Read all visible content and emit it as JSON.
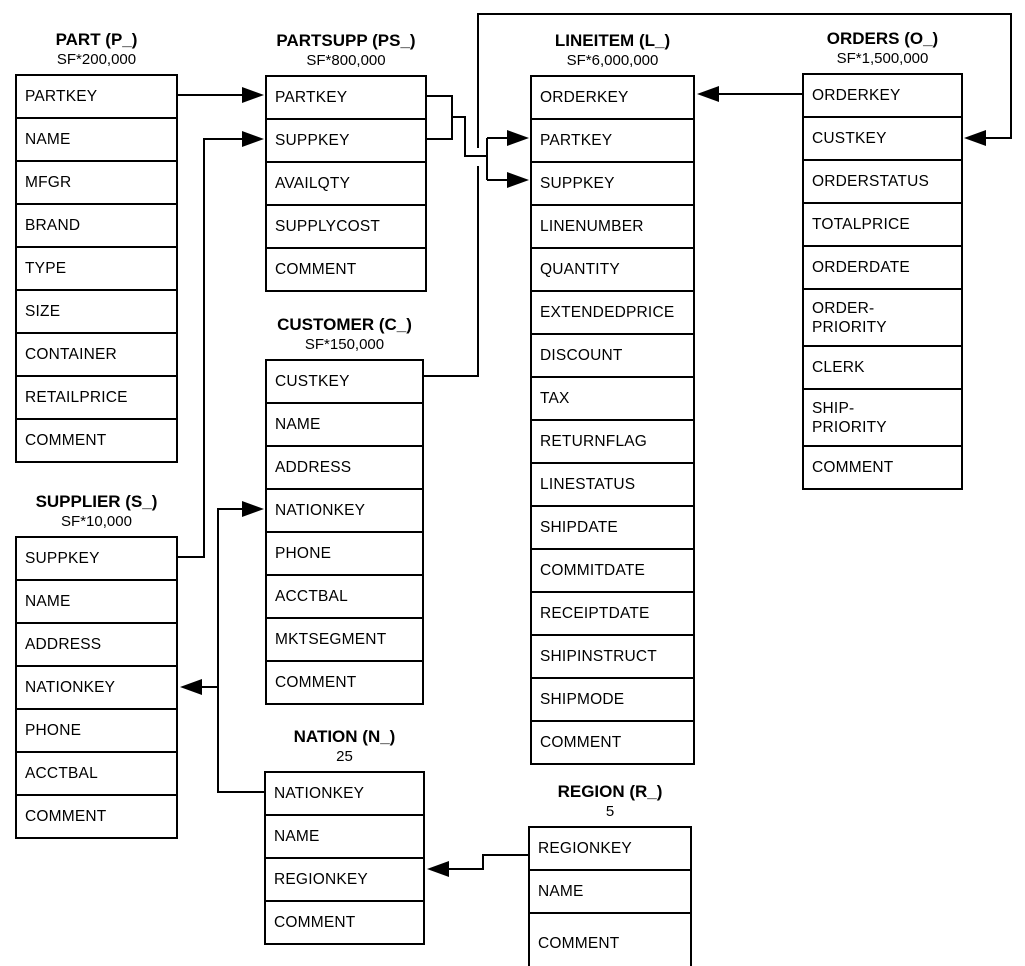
{
  "diagram": {
    "kind": "database-schema",
    "colors": {
      "line": "#000000",
      "background": "#ffffff",
      "text": "#000000"
    }
  },
  "tables": [
    {
      "id": "part",
      "title": "PART (P_)",
      "cardinality": "SF*200,000",
      "columns": [
        "PARTKEY",
        "NAME",
        "MFGR",
        "BRAND",
        "TYPE",
        "SIZE",
        "CONTAINER",
        "RETAILPRICE",
        "COMMENT"
      ]
    },
    {
      "id": "partsupp",
      "title": "PARTSUPP (PS_)",
      "cardinality": "SF*800,000",
      "columns": [
        "PARTKEY",
        "SUPPKEY",
        "AVAILQTY",
        "SUPPLYCOST",
        "COMMENT"
      ]
    },
    {
      "id": "lineitem",
      "title": "LINEITEM (L_)",
      "cardinality": "SF*6,000,000",
      "columns": [
        "ORDERKEY",
        "PARTKEY",
        "SUPPKEY",
        "LINENUMBER",
        "QUANTITY",
        "EXTENDEDPRICE",
        "DISCOUNT",
        "TAX",
        "RETURNFLAG",
        "LINESTATUS",
        "SHIPDATE",
        "COMMITDATE",
        "RECEIPTDATE",
        "SHIPINSTRUCT",
        "SHIPMODE",
        "COMMENT"
      ]
    },
    {
      "id": "orders",
      "title": "ORDERS (O_)",
      "cardinality": "SF*1,500,000",
      "columns": [
        "ORDERKEY",
        "CUSTKEY",
        "ORDERSTATUS",
        "TOTALPRICE",
        "ORDERDATE",
        "ORDER-\nPRIORITY",
        "CLERK",
        "SHIP-\nPRIORITY",
        "COMMENT"
      ]
    },
    {
      "id": "customer",
      "title": "CUSTOMER (C_)",
      "cardinality": "SF*150,000",
      "columns": [
        "CUSTKEY",
        "NAME",
        "ADDRESS",
        "NATIONKEY",
        "PHONE",
        "ACCTBAL",
        "MKTSEGMENT",
        "COMMENT"
      ]
    },
    {
      "id": "supplier",
      "title": "SUPPLIER (S_)",
      "cardinality": "SF*10,000",
      "columns": [
        "SUPPKEY",
        "NAME",
        "ADDRESS",
        "NATIONKEY",
        "PHONE",
        "ACCTBAL",
        "COMMENT"
      ]
    },
    {
      "id": "nation",
      "title": "NATION (N_)",
      "cardinality": "25",
      "columns": [
        "NATIONKEY",
        "NAME",
        "REGIONKEY",
        "COMMENT"
      ]
    },
    {
      "id": "region",
      "title": "REGION (R_)",
      "cardinality": "5",
      "columns": [
        "REGIONKEY",
        "NAME",
        "COMMENT"
      ]
    }
  ],
  "relationships": [
    {
      "from": "PART.PARTKEY",
      "to": "PARTSUPP.PARTKEY"
    },
    {
      "from": "SUPPLIER.SUPPKEY",
      "to": "PARTSUPP.SUPPKEY"
    },
    {
      "from": "PARTSUPP.PARTKEY",
      "to": "LINEITEM.PARTKEY"
    },
    {
      "from": "PARTSUPP.SUPPKEY",
      "to": "LINEITEM.SUPPKEY"
    },
    {
      "from": "ORDERS.ORDERKEY",
      "to": "LINEITEM.ORDERKEY"
    },
    {
      "from": "CUSTOMER.CUSTKEY",
      "to": "ORDERS.CUSTKEY"
    },
    {
      "from": "NATION.NATIONKEY",
      "to": "CUSTOMER.NATIONKEY"
    },
    {
      "from": "NATION.NATIONKEY",
      "to": "SUPPLIER.NATIONKEY"
    },
    {
      "from": "REGION.REGIONKEY",
      "to": "NATION.REGIONKEY"
    }
  ]
}
